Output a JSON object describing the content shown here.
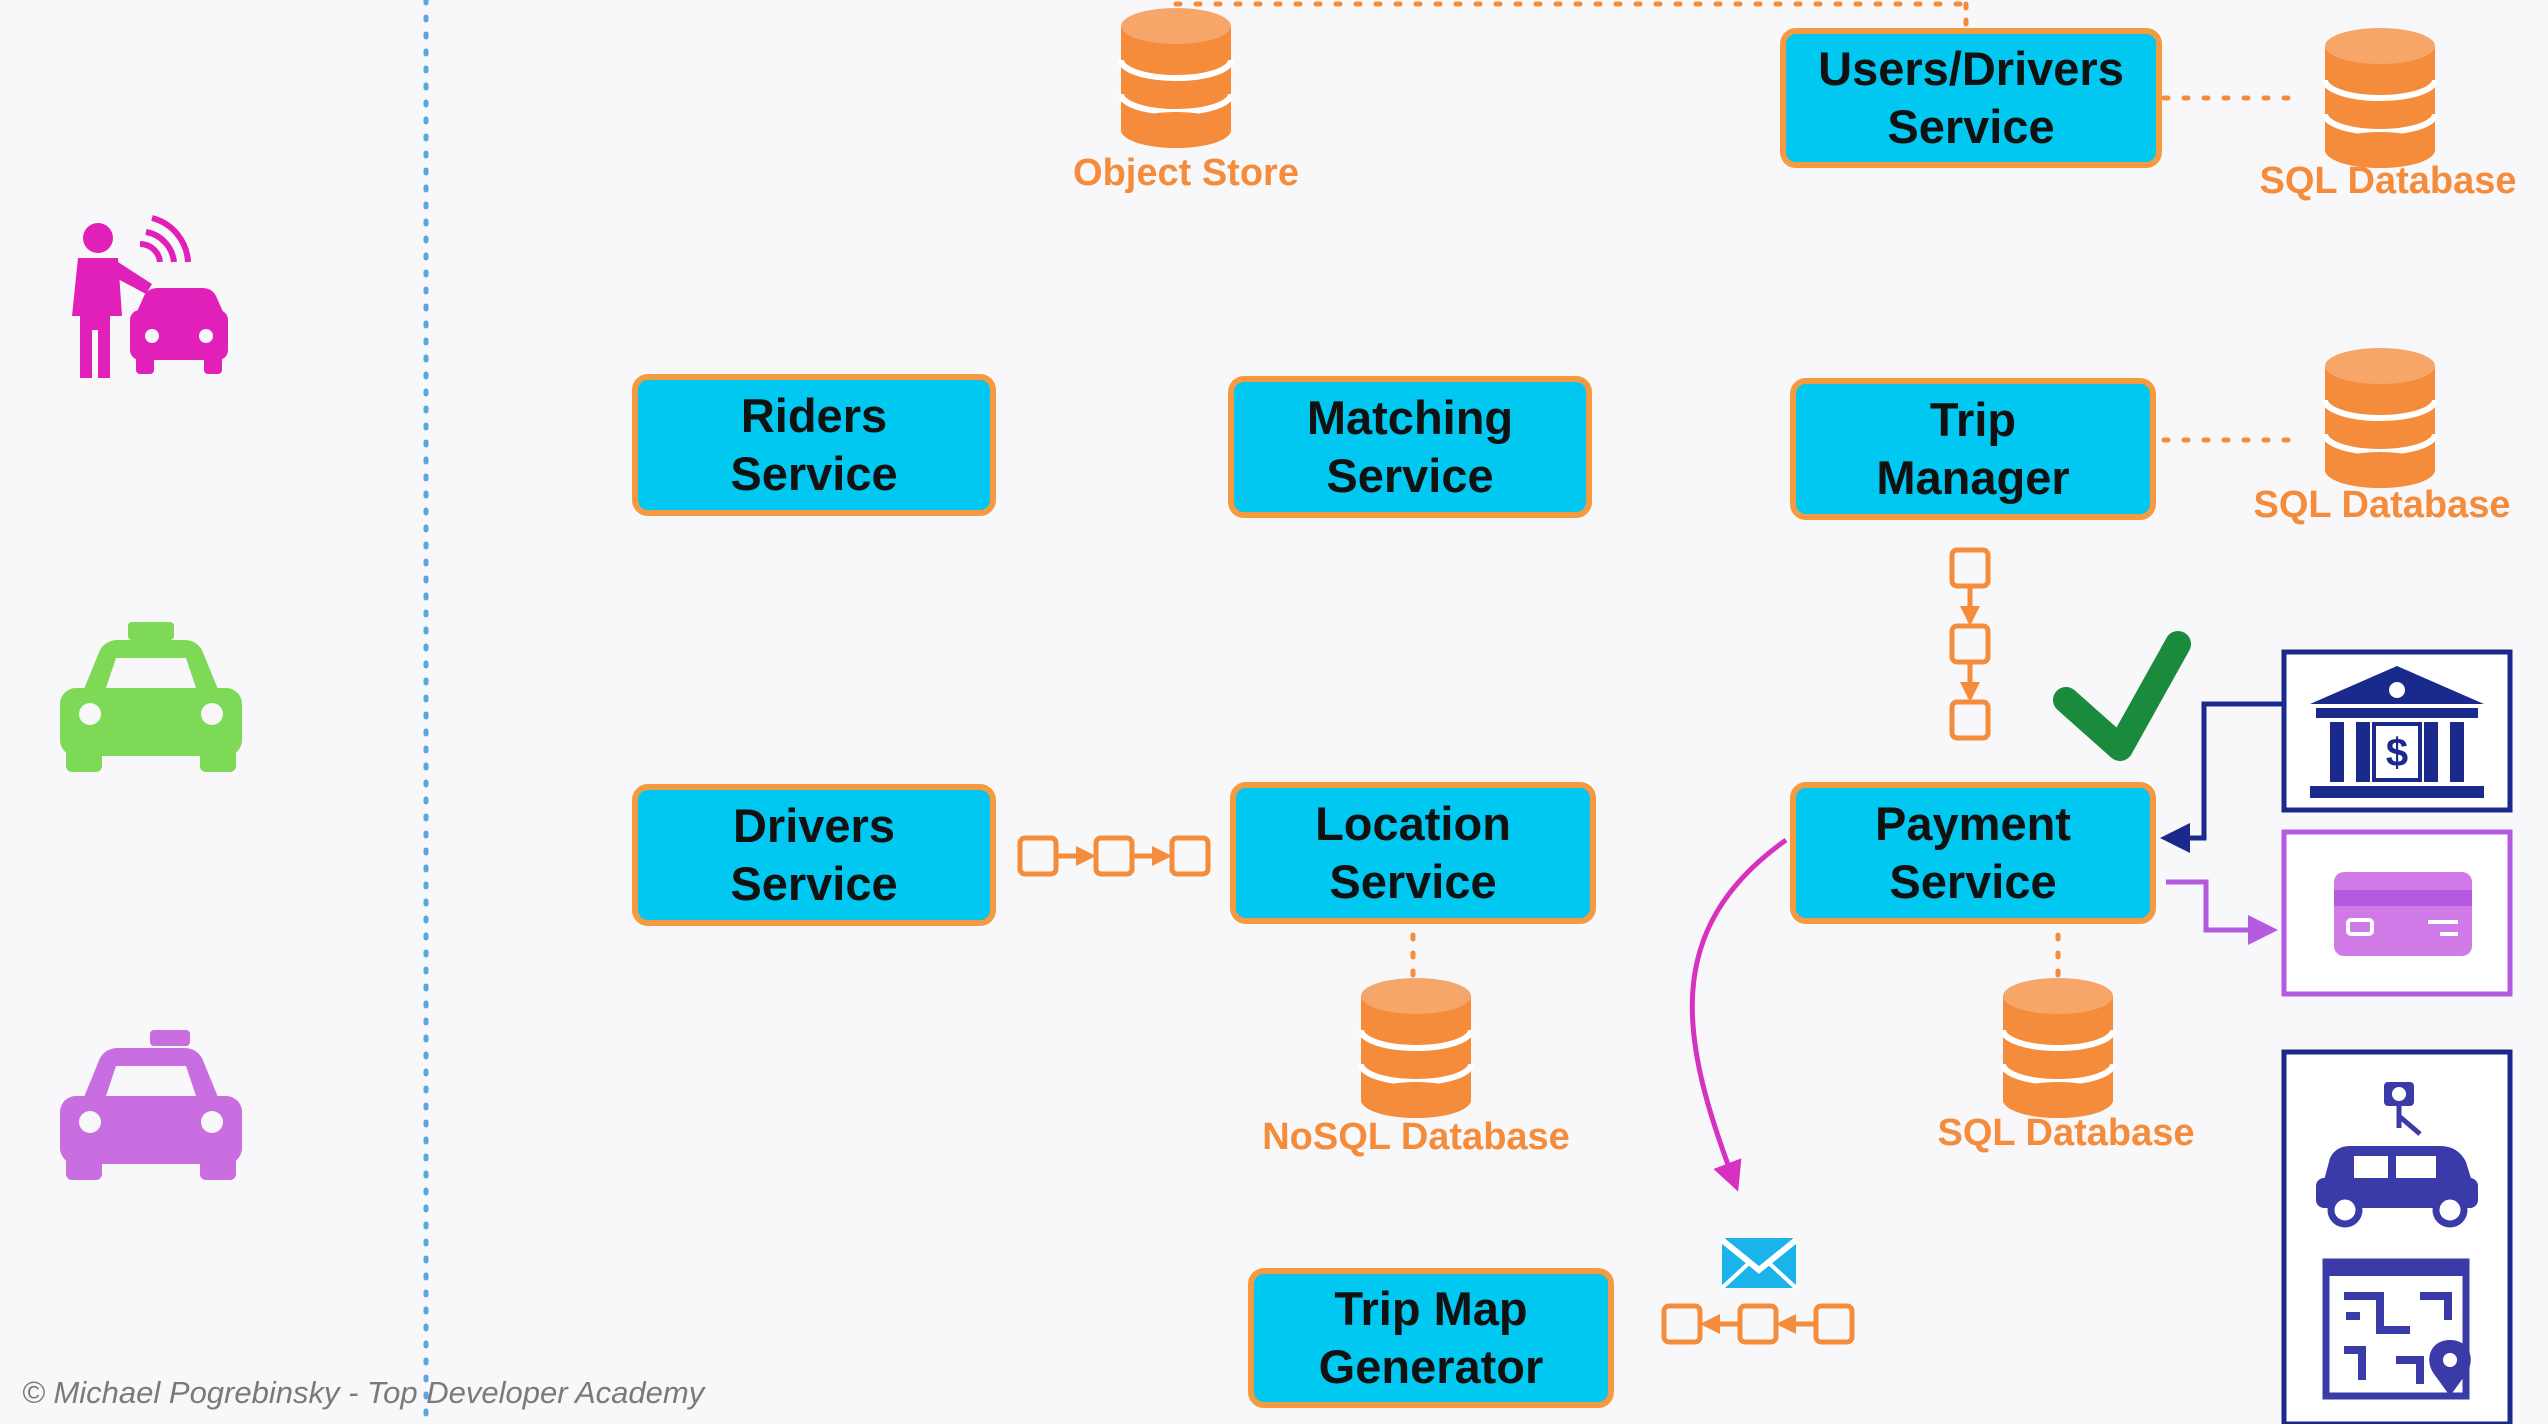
{
  "services": {
    "users_drivers": [
      "Users/Drivers",
      "Service"
    ],
    "riders": [
      "Riders",
      "Service"
    ],
    "matching": [
      "Matching",
      "Service"
    ],
    "trip_manager": [
      "Trip",
      "Manager"
    ],
    "drivers": [
      "Drivers",
      "Service"
    ],
    "location": [
      "Location",
      "Service"
    ],
    "payment": [
      "Payment",
      "Service"
    ],
    "trip_map": [
      "Trip Map",
      "Generator"
    ]
  },
  "databases": {
    "object_store": "Object Store",
    "users_sql": "SQL Database",
    "trip_sql": "SQL Database",
    "location_nosql": "NoSQL Database",
    "payment_sql": "SQL Database"
  },
  "footer": {
    "copyright": "© Michael Pogrebinsky - Top Developer Academy"
  },
  "icons": {
    "rider": "person-hailing-taxi-icon",
    "driver_car_green": "taxi-green-icon",
    "driver_car_purple": "taxi-purple-icon",
    "bank": "bank-icon",
    "credit_card": "credit-card-icon",
    "mapping_car": "street-view-car-icon",
    "map": "map-pin-icon",
    "checkmark": "checkmark-icon",
    "email": "envelope-icon",
    "database": "database-icon",
    "queue": "message-queue-icon"
  },
  "colors": {
    "service_fill": "#00c8f0",
    "service_border": "#f59a3e",
    "database": "#f58c3c",
    "rider": "#e020b8",
    "green_car": "#7ed957",
    "purple_car": "#c86ee0",
    "bank": "#1a2a8c",
    "card": "#b45ae0",
    "check": "#1a8a3c",
    "divider": "#5aa7e0"
  }
}
